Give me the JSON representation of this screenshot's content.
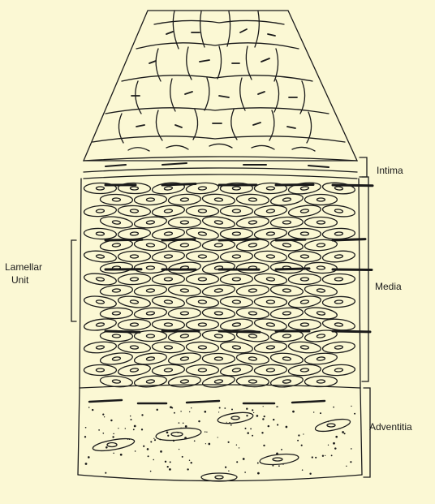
{
  "labels": {
    "intima": "Intima",
    "media": "Media",
    "adventitia": "Adventitia",
    "lamellar_line1": "Lamellar",
    "lamellar_line2": "Unit"
  },
  "colors": {
    "background": "#fbf8d4",
    "ink": "#1a1a1a"
  }
}
